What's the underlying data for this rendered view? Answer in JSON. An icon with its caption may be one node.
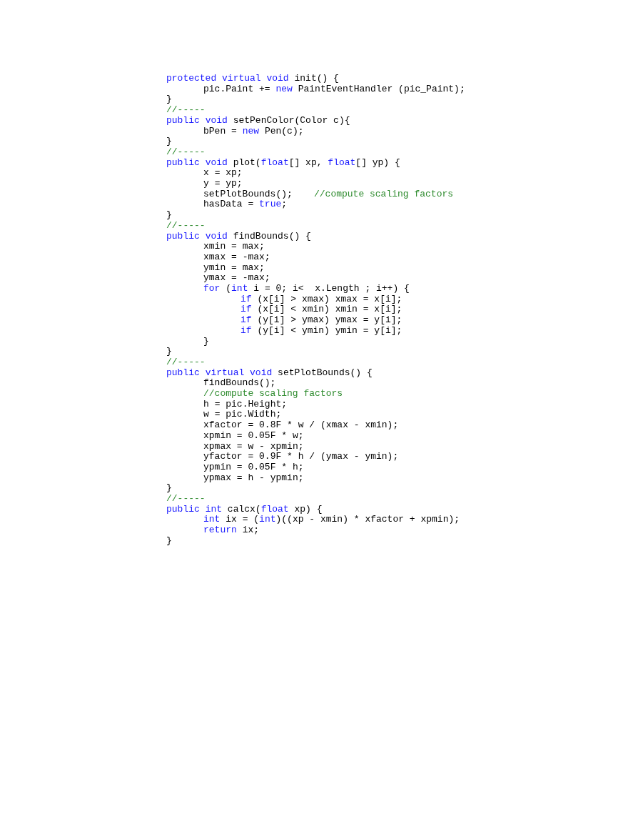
{
  "diagram": {
    "labels": [
      "protected virtual void init() {",
      "pic.Paint += new PaintEventHandler (pic_Paint);",
      "}",
      "//-----",
      "public void setPenColor(Color c){",
      "bPen = new Pen(c);",
      "}",
      "//-----",
      "public void plot(float[] xp, float[] yp) {",
      "x = xp;",
      "y = yp;",
      "setPlotBounds();",
      "//compute scaling factors",
      "hasData = true;",
      "}",
      "//-----",
      "public void findBounds() {",
      "xmin = max;",
      "xmax = -max;",
      "ymin = max;",
      "ymax = -max;",
      "for (int i = 0; i<  x.Length ; i++) {",
      "if (x[i] > xmax) xmax = x[i];",
      "if (x[i] < xmin) xmin = x[i];",
      "if (y[i] > ymax) ymax = y[i];",
      "if (y[i] < ymin) ymin = y[i];",
      "}",
      "}",
      "//-----",
      "public virtual void setPlotBounds() {",
      "findBounds();",
      "//compute scaling factors",
      "h = pic.Height;",
      "w = pic.Width;",
      "xfactor = 0.8F * w / (xmax - xmin);",
      "xpmin = 0.05F * w;",
      "xpmax = w - xpmin;",
      "yfactor = 0.9F * h / (ymax - ymin);",
      "ypmin = 0.05F * h;",
      "ypmax = h - ypmin;",
      "}",
      "//-----",
      "public int calcx(float xp) {",
      "int ix = (int)((xp - xmin) * xfactor + xpmin);",
      "return ix;",
      "}"
    ]
  }
}
